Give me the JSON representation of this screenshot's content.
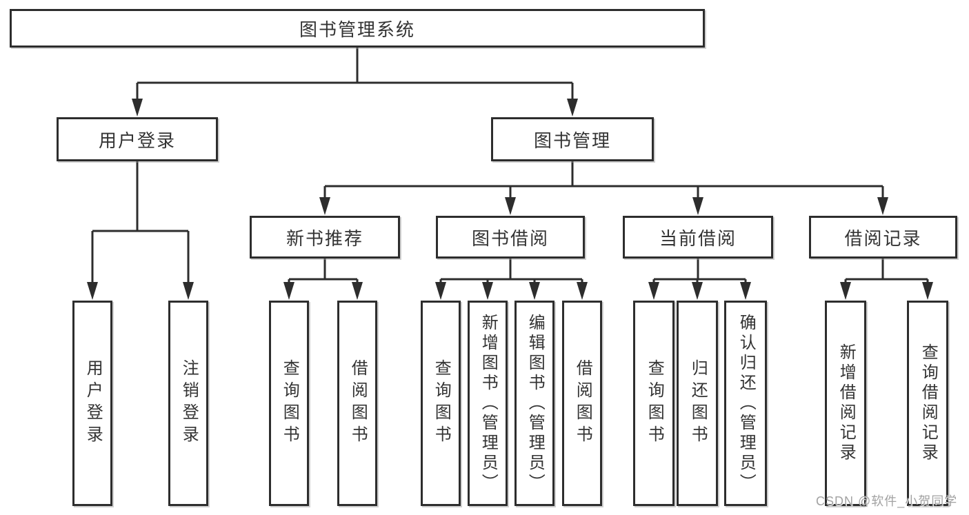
{
  "tree": {
    "root": {
      "label": "图书管理系统"
    },
    "level2": [
      {
        "label": "用户登录",
        "children": [
          {
            "label": "用户登录"
          },
          {
            "label": "注销登录"
          }
        ]
      },
      {
        "label": "图书管理",
        "children": [
          {
            "label": "新书推荐",
            "children": [
              {
                "label": "查询图书"
              },
              {
                "label": "借阅图书"
              }
            ]
          },
          {
            "label": "图书借阅",
            "children": [
              {
                "label": "查询图书"
              },
              {
                "label": "新增图书（管理员）"
              },
              {
                "label": "编辑图书（管理员）"
              },
              {
                "label": "借阅图书"
              }
            ]
          },
          {
            "label": "当前借阅",
            "children": [
              {
                "label": "查询图书"
              },
              {
                "label": "归还图书"
              },
              {
                "label": "确认归还（管理员）"
              }
            ]
          },
          {
            "label": "借阅记录",
            "children": [
              {
                "label": "新增借阅记录"
              },
              {
                "label": "查询借阅记录"
              }
            ]
          }
        ]
      }
    ],
    "colors": {
      "line": "#2d2d2d",
      "box_border": "#2d2d2d",
      "box_bg": "#ffffff",
      "text": "#333333",
      "watermark": "#a2a2a2"
    }
  },
  "watermark": {
    "text": "CSDN @软件_小贺同学"
  }
}
